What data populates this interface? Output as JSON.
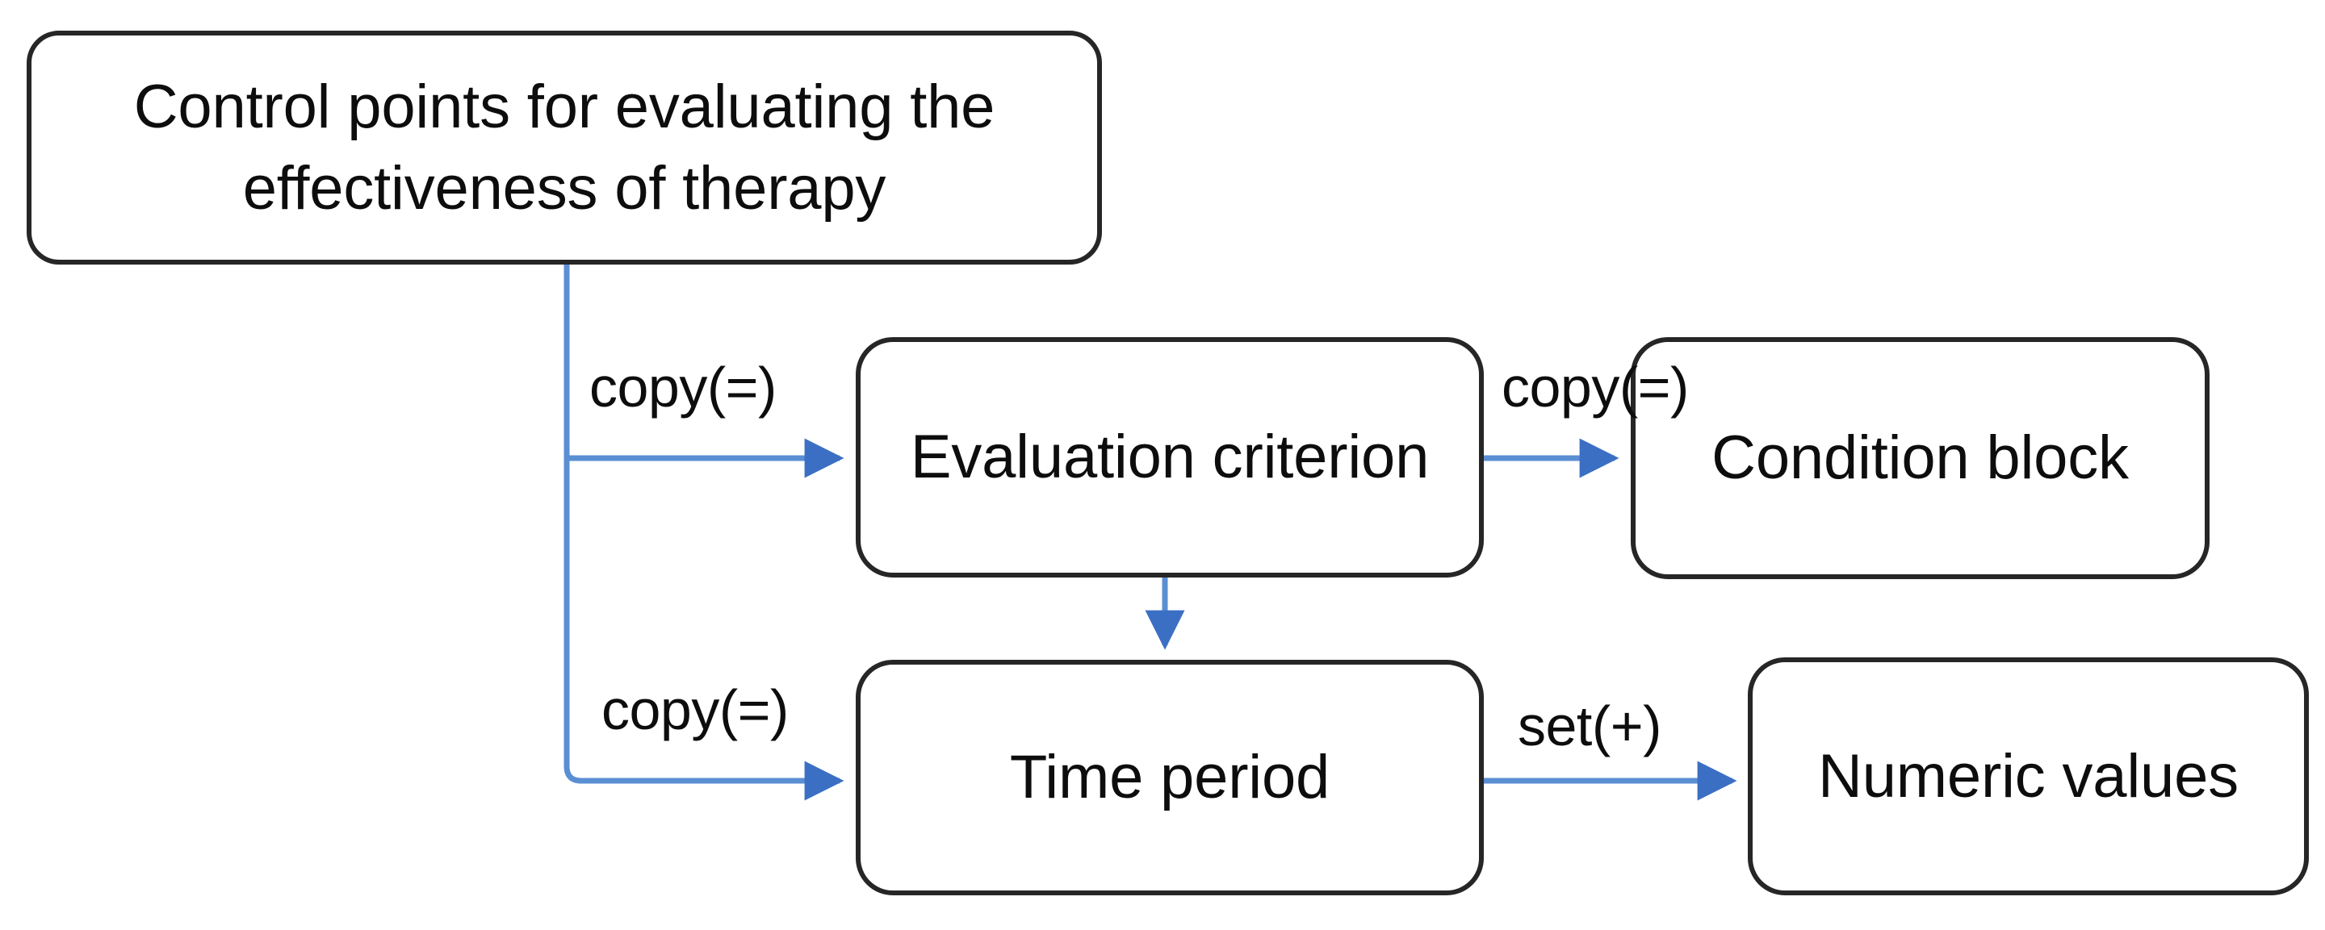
{
  "diagram": {
    "title": "Control points for evaluating the effectiveness of therapy decomposition",
    "background_color": "#ffffff",
    "node_border_color": "#262626",
    "node_text_color": "#0d0d0d",
    "connector_color": "#5b8fd4",
    "arrowhead_color": "#3b6fc4",
    "nodes": {
      "control_points": "Control points for evaluating the effectiveness of therapy",
      "evaluation_criterion": "Evaluation criterion",
      "condition_block": "Condition block",
      "time_period": "Time period",
      "numeric_values": "Numeric values"
    },
    "edge_labels": {
      "control_to_evaluation": "copy(=)",
      "evaluation_to_condition": "copy(=)",
      "control_to_time": "copy(=)",
      "time_to_numeric": "set(+)",
      "evaluation_to_time": ""
    }
  }
}
